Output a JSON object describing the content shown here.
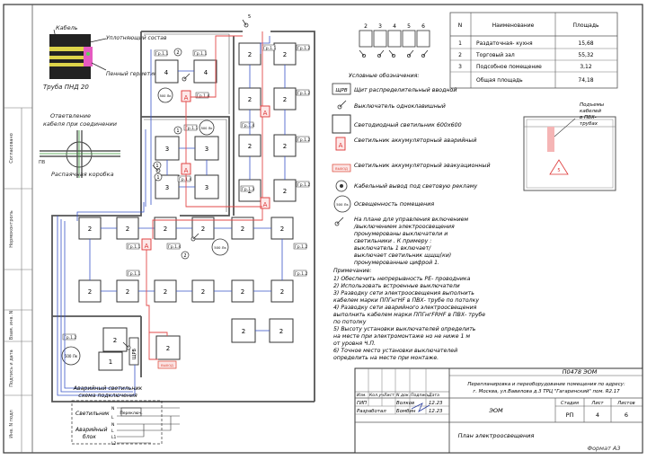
{
  "cable": {
    "title": "Кабель",
    "seal_compound": "Уплотняющий состав",
    "foam_sealant": "Пенный герметик",
    "pipe": "Труба ПНД 20"
  },
  "branch": {
    "caption_line1": "Ответвление",
    "caption_line2": "кабеля при соединении",
    "box_label": "Распаячная коробка",
    "ps_label": "ПВ"
  },
  "left_stamp": [
    "Согласовано",
    "Нормоконтроль",
    "Инв. N подл",
    "Подпись и дата",
    "Взам. инв. N"
  ],
  "switch_numbers": [
    "2",
    "3",
    "4",
    "5",
    "6"
  ],
  "table": {
    "headers": [
      "N",
      "Наименование",
      "Площадь"
    ],
    "rows": [
      [
        "1",
        "Раздаточная- кухня",
        "15,68"
      ],
      [
        "2",
        "Торговый зал",
        "55,32"
      ],
      [
        "3",
        "Подсобное помещение",
        "3,12"
      ],
      [
        "",
        "Общая площадь",
        "74,18"
      ]
    ]
  },
  "legend": {
    "title": "Условные обозначения:",
    "items": [
      {
        "sym": "ЩРВ",
        "text": "Щит распределительный вводной"
      },
      {
        "sym": "",
        "text": "Выключатель одноклавишный"
      },
      {
        "sym": "",
        "text": "Светодиодный светильник 600х600"
      },
      {
        "sym": "А",
        "text": "Светильник аккумуляторный аварийный"
      },
      {
        "sym": "ВЫХОД",
        "text": "Светильник аккумуляторный эвакуационный"
      },
      {
        "sym": "",
        "text": "Кабельный вывод под световую рекламу"
      },
      {
        "sym": "500 Лк",
        "text": "Освещенность помещения"
      }
    ],
    "note_lines": [
      "На плане для управления включением",
      "/выключением электроосвещения",
      "пронумерованы выключатели и",
      "светильники . К примеру :",
      "выключатель 1 включает/",
      "выключает светильник щщщ(ки)",
      "пронумерованные цифрой 1."
    ]
  },
  "notes": {
    "title": "Примечание:",
    "lines": [
      "1) Обеспечить непрерывность PE- проводника",
      "2) Использовать встроенные выключатели",
      "3) Разводку сети электроосвещения  выполнить",
      "   кабелем марки ППГнгНF   в ПВХ- трубе по потолку",
      "4) Разводку сети аварийного электроосвещения",
      "выполнить кабелем марки ППГнгFRHF  в ПВХ- трубе",
      "по потолку",
      "5) Высоту установки выключателей определить",
      "на месте   при электромонтаже но не ниже 1 м",
      "от уровня Ч.П.",
      "6) Точное место установки выключателей",
      "определить на месте при монтаже."
    ]
  },
  "plan": {
    "fixture": "2",
    "fixtures_r1": "4",
    "fixtures_r2": "3",
    "lux_500": "500 Лк",
    "gr11": "Гр.1.1",
    "gr12": "Гр.1.2",
    "gr14": "Гр.1.4",
    "gr13": "Гр.1.3",
    "gr1.1": "Гр.1.1",
    "emergency": "А",
    "exit": "ВЫХОД",
    "panel": "ЩРВ",
    "c1": "1",
    "c2": "2",
    "c5": "5",
    "s5": "5"
  },
  "cable_detail": {
    "text_line1": "Подъемы",
    "text_line2": "кабелей",
    "text_line3": "в ПВХ-",
    "text_line4": "трубах"
  },
  "emerg_scheme": {
    "title_line1": "Аварийный светильник",
    "title_line2": "схема подключения",
    "lamp": "Светильник",
    "switch": "Переключ.",
    "block_line1": "Аварийный",
    "block_line2": "блок",
    "terminals": [
      "N",
      "L",
      "N",
      "L",
      "L1",
      "L2"
    ]
  },
  "stamp": {
    "code": "П0478  ЭОМ",
    "description_line1": "Перепланировка и переоборудование  помещения по адресу:",
    "description_line2": "г. Москва, ул.Вавилова д.3 ТРЦ \"Гагаринский\" пом. R2.17",
    "col_headers": [
      "Изм.",
      "Кол.уч.",
      "Лист",
      "N док.",
      "Подпись",
      "Дата"
    ],
    "gip_label": "ГИП",
    "gip_name": "Волков",
    "gip_date": "12.23",
    "dev_label": "Разработал",
    "dev_name": "Бомбин",
    "dev_date": "12.23",
    "section": "ЭОМ",
    "stage_h": "Стадия",
    "sheet_h": "Лист",
    "sheets_h": "Листов",
    "stage": "РП",
    "sheet": "4",
    "sheets": "6",
    "plan_title": "План электроосвещения",
    "format": "Формат А3"
  }
}
